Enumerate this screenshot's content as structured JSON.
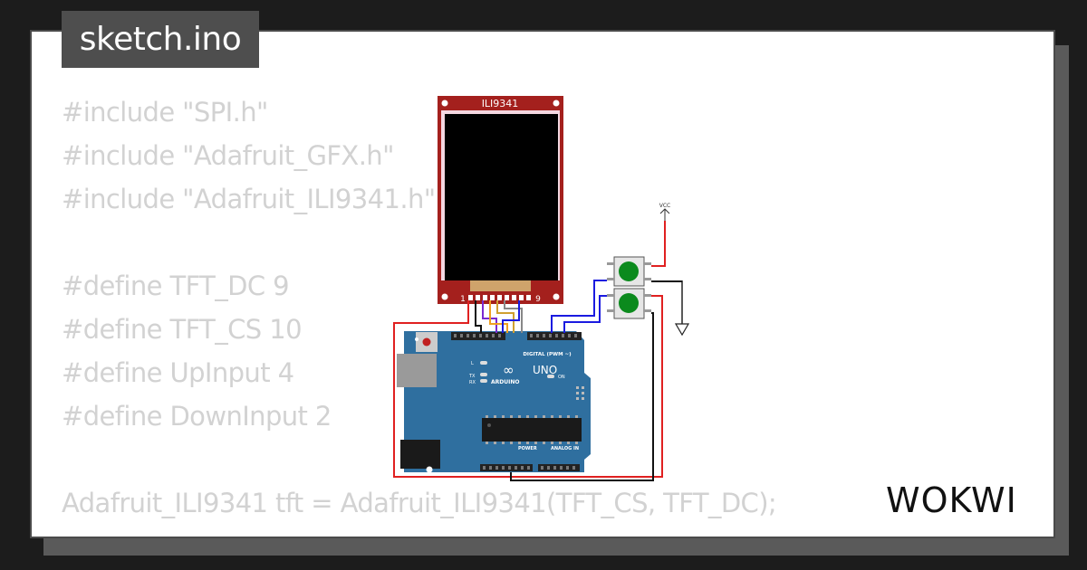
{
  "file_tab": {
    "label": "sketch.ino"
  },
  "code_lines": [
    "#include \"SPI.h\"",
    "#include \"Adafruit_GFX.h\"",
    "#include \"Adafruit_ILI9341.h\"",
    "",
    "#define TFT_DC 9",
    "#define TFT_CS 10",
    "#define UpInput 4",
    "#define DownInput 2",
    "",
    "Adafruit_ILI9341 tft = Adafruit_ILI9341(TFT_CS, TFT_DC);"
  ],
  "diagram": {
    "display_label": "ILI9341",
    "display_pin_first": "1",
    "display_pin_last": "9",
    "vcc_label": "VCC",
    "board_model": "UNO",
    "board_brand": "ARDUINO",
    "header_digital": "DIGITAL (PWM ~)",
    "header_power": "POWER",
    "header_analog": "ANALOG IN",
    "led_on": "ON",
    "led_l": "L",
    "led_tx": "TX",
    "led_rx": "RX"
  },
  "brand_logo": "WOKWI",
  "colors": {
    "background": "#1c1c1c",
    "card": "#ffffff",
    "tab": "#4e4e4e",
    "code_text": "#d2d2d2",
    "display_frame": "#a4201d",
    "board": "#2f6f9f",
    "button_green": "#0b8a1d",
    "wire_red": "#e02020",
    "wire_blue": "#1a1ae0",
    "wire_black": "#111111"
  }
}
